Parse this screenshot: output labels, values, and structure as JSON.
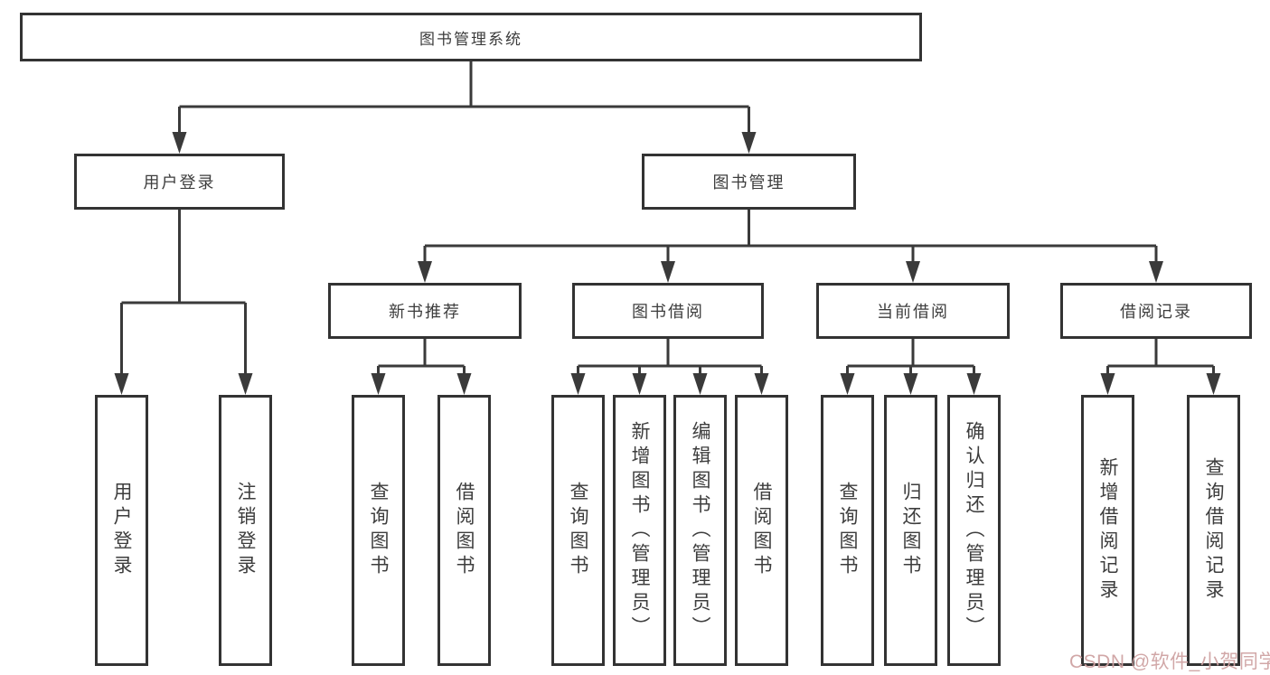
{
  "diagram": {
    "title": "图书管理系统",
    "root": {
      "label": "图书管理系统"
    },
    "level2": [
      {
        "label": "用户登录"
      },
      {
        "label": "图书管理"
      }
    ],
    "level3": [
      {
        "label": "新书推荐"
      },
      {
        "label": "图书借阅"
      },
      {
        "label": "当前借阅"
      },
      {
        "label": "借阅记录"
      }
    ],
    "leaves": {
      "user_login": [
        {
          "label": "用户登录"
        },
        {
          "label": "注销登录"
        }
      ],
      "new_book": [
        {
          "label": "查询图书"
        },
        {
          "label": "借阅图书"
        }
      ],
      "borrow": [
        {
          "label": "查询图书"
        },
        {
          "label": "新增图书（管理员）"
        },
        {
          "label": "编辑图书（管理员）"
        },
        {
          "label": "借阅图书"
        }
      ],
      "current": [
        {
          "label": "查询图书"
        },
        {
          "label": "归还图书"
        },
        {
          "label": "确认归还（管理员）"
        }
      ],
      "records": [
        {
          "label": "新增借阅记录"
        },
        {
          "label": "查询借阅记录"
        }
      ]
    }
  },
  "watermark": {
    "text": "CSDN @软件_小贺同学",
    "color": "#cfa3a3"
  },
  "colors": {
    "line": "#3a3a3a",
    "border": "#333333",
    "text": "#3d3d3d",
    "background": "#ffffff"
  }
}
